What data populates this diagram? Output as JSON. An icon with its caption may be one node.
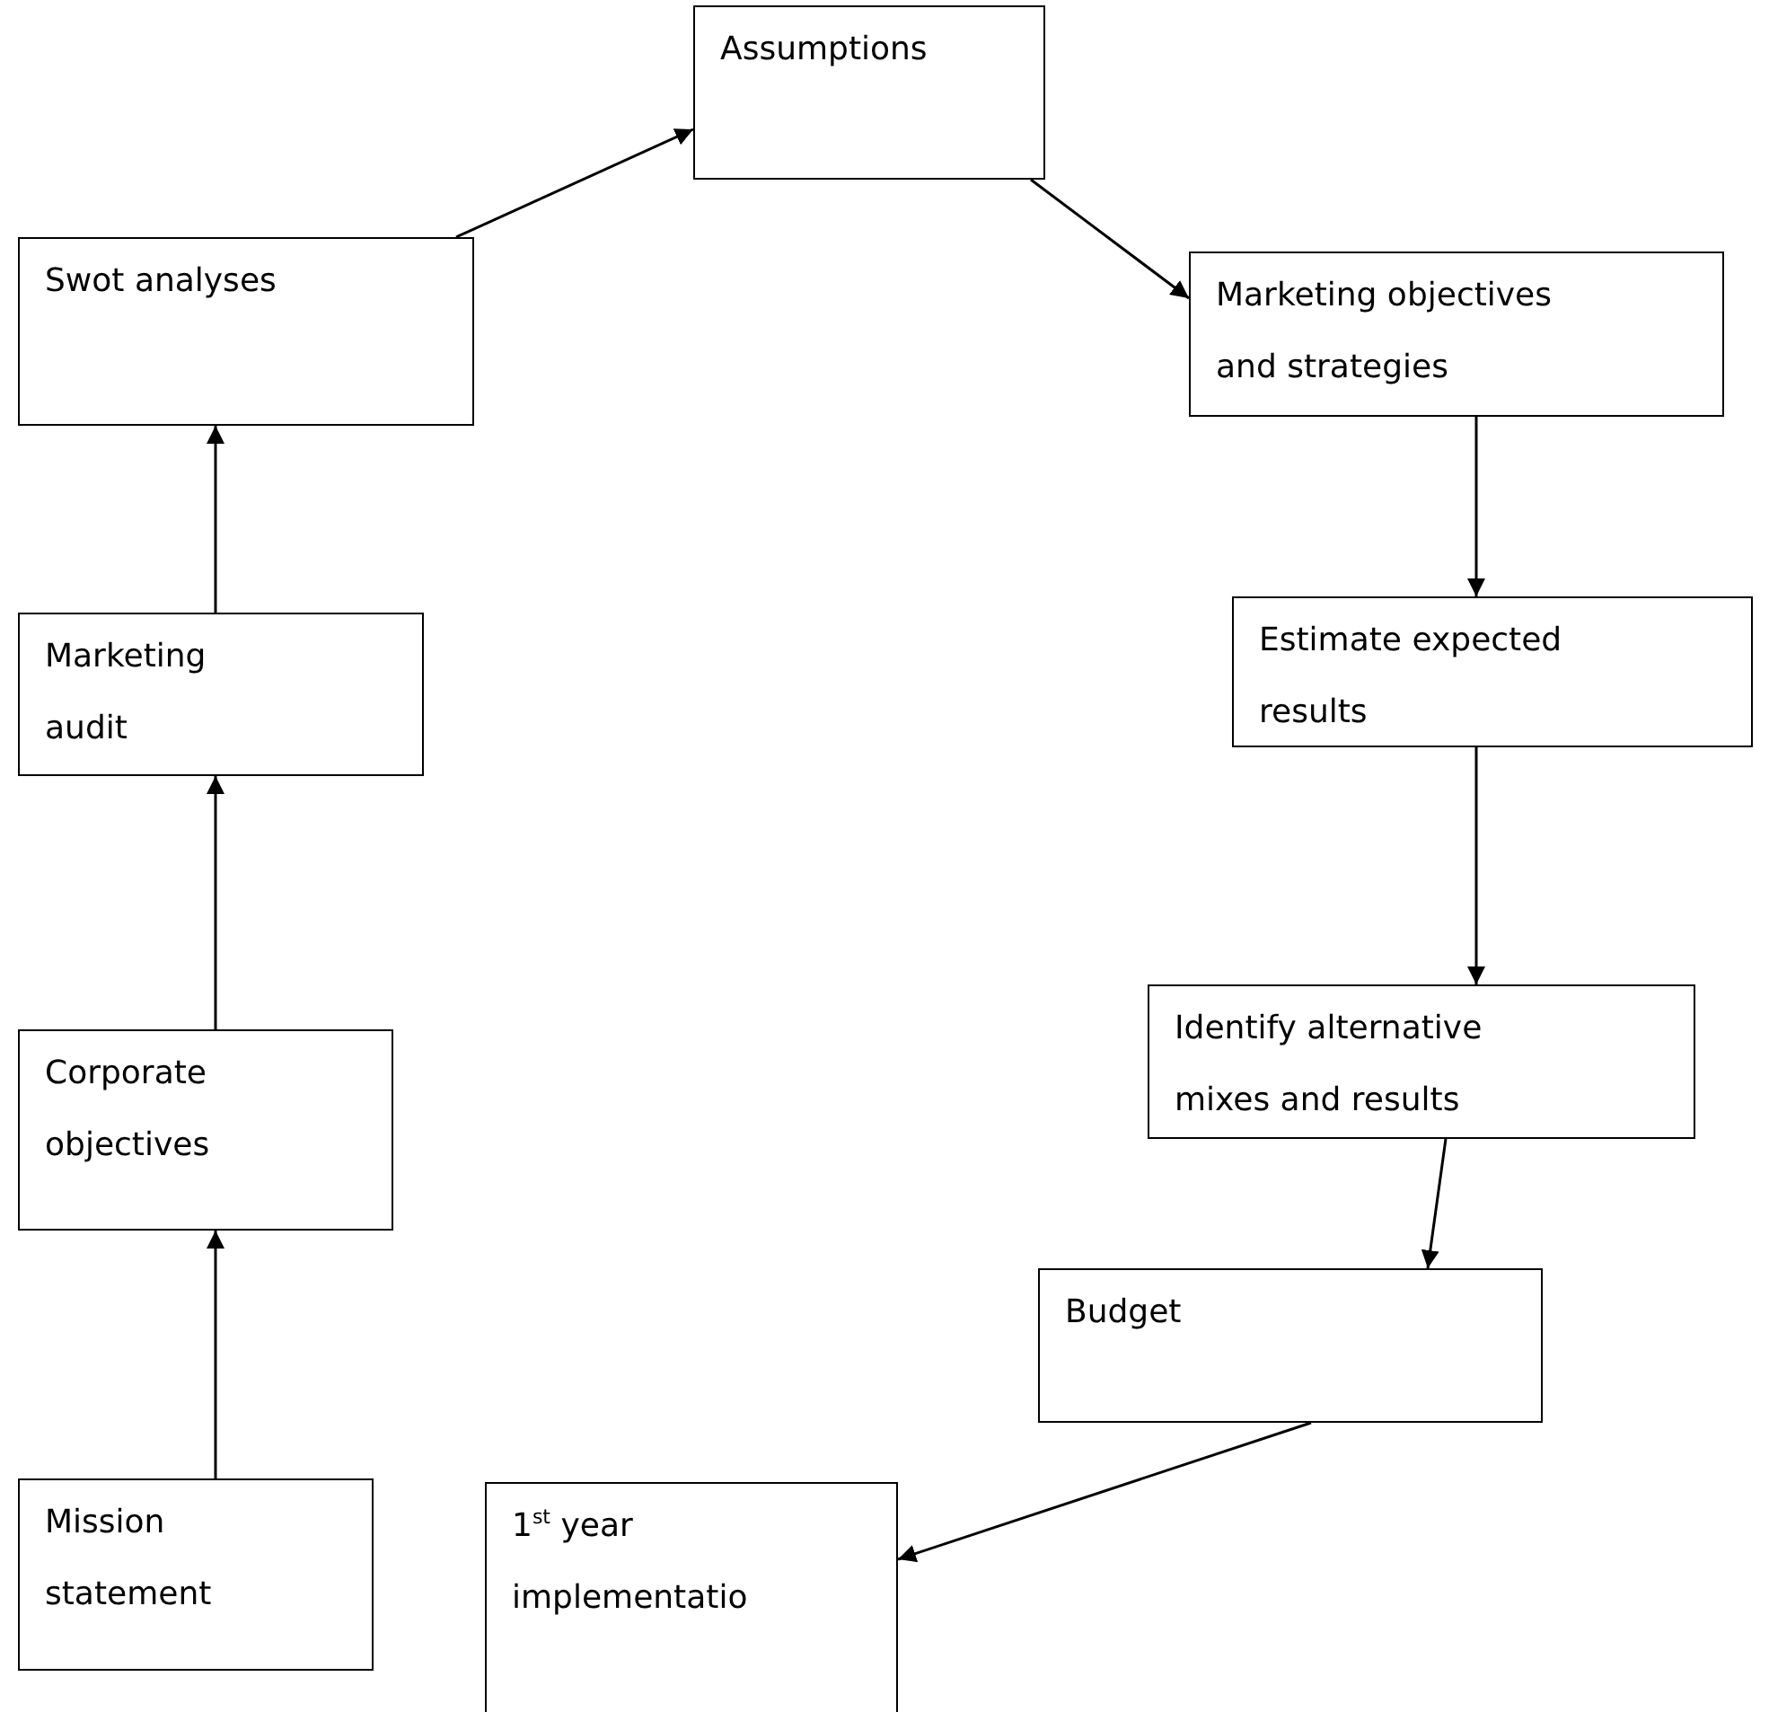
{
  "diagram": {
    "nodes": [
      {
        "text": [
          "Assumptions"
        ]
      },
      {
        "text": [
          "Swot analyses"
        ]
      },
      {
        "text": [
          "Marketing objectives and strategies"
        ]
      },
      {
        "text": [
          "Marketing audit"
        ]
      },
      {
        "text": [
          "Estimate expected results"
        ]
      },
      {
        "text": [
          "Corporate objectives"
        ]
      },
      {
        "text": [
          "Identify alternative mixes and results"
        ]
      },
      {
        "text": [
          "Budget"
        ]
      },
      {
        "text": [
          "Mission statement"
        ]
      },
      {
        "text": [
          "1$^{st}$ year implementatio"
        ]
      }
    ],
    "edges": [
      {
        "from": 8,
        "to": 5,
        "arrow": "to"
      },
      {
        "from": 5,
        "to": 3,
        "arrow": "to"
      },
      {
        "from": 3,
        "to": 1,
        "arrow": "to"
      },
      {
        "from": 1,
        "to": 0,
        "arrow": "to"
      },
      {
        "from": 0,
        "to": 2,
        "arrow": "to"
      },
      {
        "from": 2,
        "to": 4,
        "arrow": "to"
      },
      {
        "from": 4,
        "to": 6,
        "arrow": "to"
      },
      {
        "from": 6,
        "to": 7,
        "arrow": "to"
      },
      {
        "from": 7,
        "to": 9,
        "arrow": "to"
      }
    ]
  }
}
